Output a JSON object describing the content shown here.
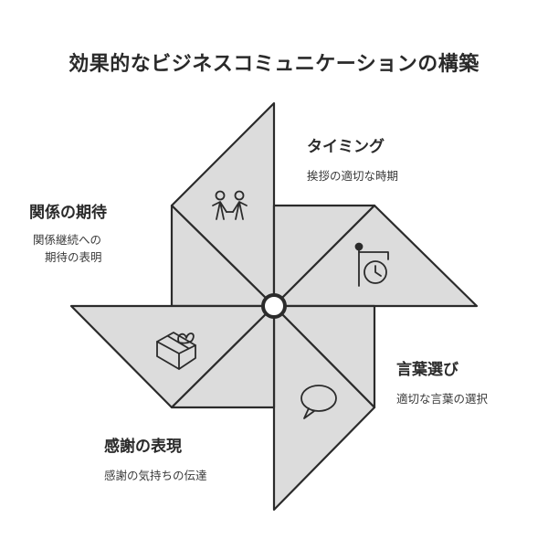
{
  "title": "効果的なビジネスコミュニケーションの構築",
  "colors": {
    "fill": "#dcdcdc",
    "stroke": "#2b2b2b",
    "background": "#ffffff"
  },
  "blades": [
    {
      "heading": "タイミング",
      "description": "挨拶の適切な時期",
      "icon": "clock-sign-icon"
    },
    {
      "heading": "関係の期待",
      "description_lines": [
        "関係継続への",
        "期待の表明"
      ],
      "icon": "people-icon"
    },
    {
      "heading": "言葉選び",
      "description": "適切な言葉の選択",
      "icon": "speech-bubble-icon"
    },
    {
      "heading": "感謝の表現",
      "description": "感謝の気持ちの伝達",
      "icon": "gift-box-icon"
    }
  ]
}
